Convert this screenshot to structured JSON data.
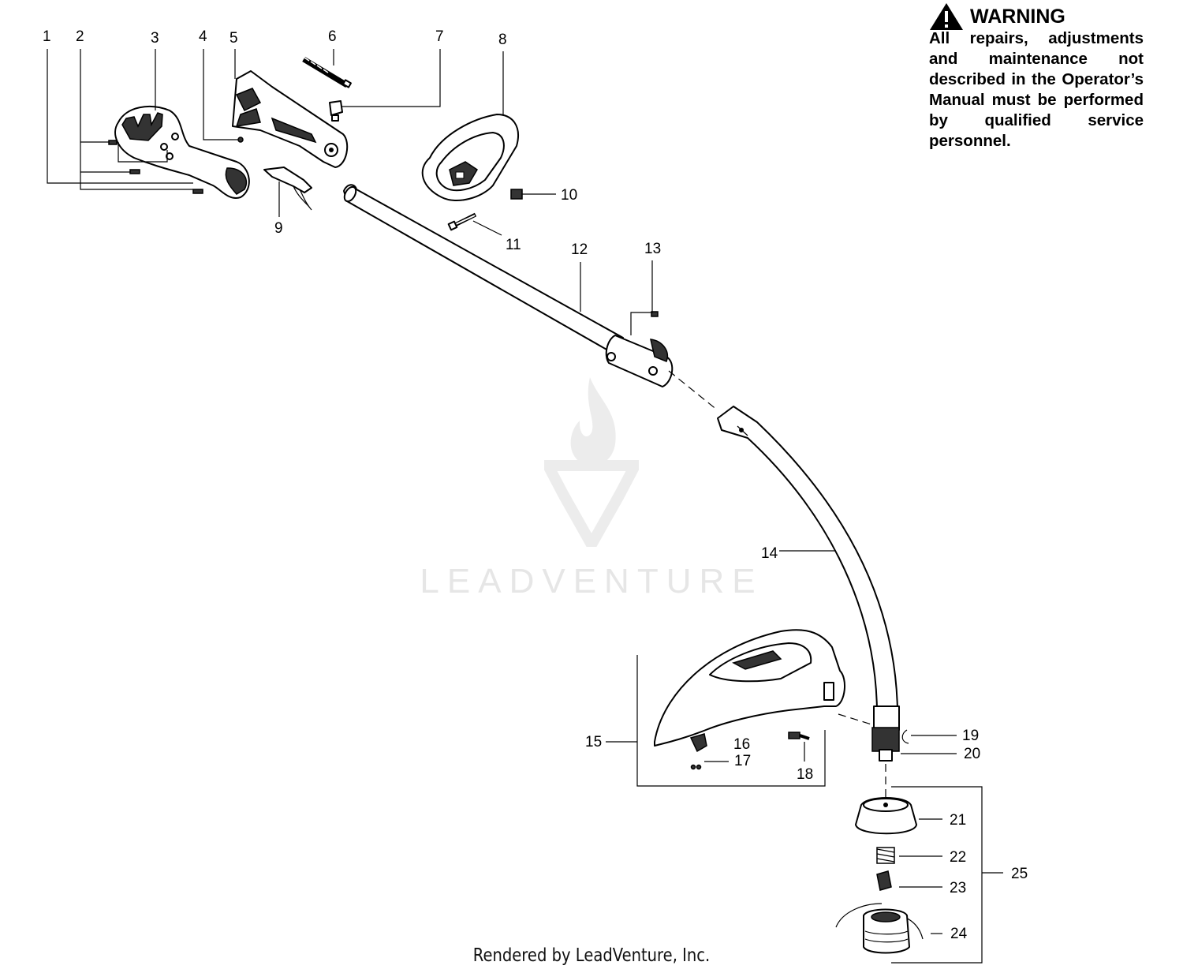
{
  "warning": {
    "title": "WARNING",
    "body": "All repairs, adjustments and maintenance not described in the Operator’s Manual must be performed by qualified service personnel."
  },
  "callouts": [
    "1",
    "2",
    "3",
    "4",
    "5",
    "6",
    "7",
    "8",
    "9",
    "10",
    "11",
    "12",
    "13",
    "14",
    "15",
    "16",
    "17",
    "18",
    "19",
    "20",
    "21",
    "22",
    "23",
    "24",
    "25"
  ],
  "watermark": {
    "brand": "LEADVENTURE"
  },
  "footer": {
    "text": "Rendered by LeadVenture, Inc."
  },
  "colors": {
    "line": "#000000",
    "watermark": "#e6e6e6",
    "background": "#ffffff"
  }
}
